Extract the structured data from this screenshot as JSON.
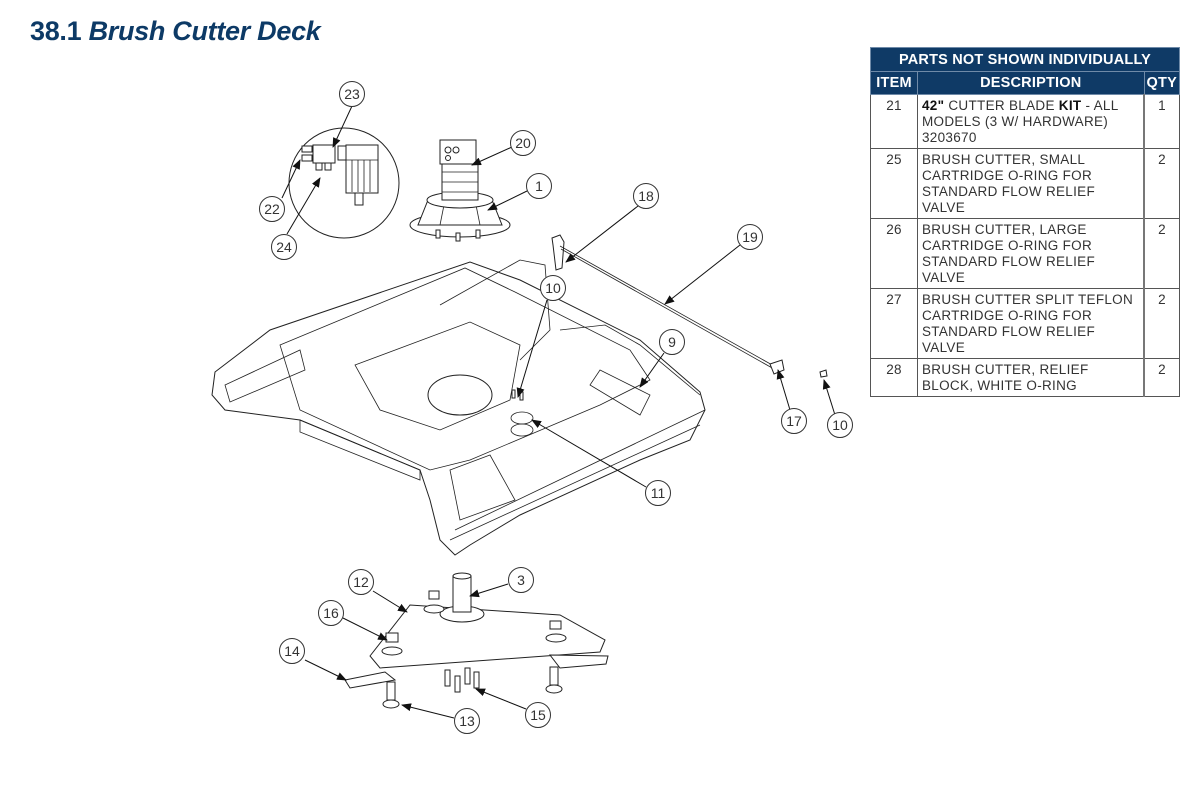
{
  "page": {
    "title_number": "38.1",
    "title_name": "Brush Cutter Deck"
  },
  "parts_table": {
    "caption": "PARTS NOT SHOWN INDIVIDUALLY",
    "headers": {
      "item": "ITEM",
      "description": "DESCRIPTION",
      "qty": "QTY"
    },
    "rows": [
      {
        "item": "21",
        "description_bold_1": "42\"",
        "description_1": " CUTTER BLADE ",
        "description_bold_2": "KIT",
        "description_2": " - ALL MODELS (3 W/ HARDWARE) 3203670",
        "qty": "1"
      },
      {
        "item": "25",
        "description": "BRUSH CUTTER, SMALL CARTRIDGE O-RING FOR STANDARD FLOW RELIEF VALVE",
        "qty": "2"
      },
      {
        "item": "26",
        "description": "BRUSH CUTTER, LARGE CARTRIDGE O-RING FOR STANDARD FLOW RELIEF VALVE",
        "qty": "2"
      },
      {
        "item": "27",
        "description": "BRUSH CUTTER SPLIT TEFLON CARTRIDGE O-RING FOR STANDARD FLOW RELIEF VALVE",
        "qty": "2"
      },
      {
        "item": "28",
        "description": "BRUSH CUTTER, RELIEF BLOCK, WHITE O-RING",
        "qty": "2"
      }
    ]
  },
  "callouts": {
    "c23": "23",
    "c22": "22",
    "c24": "24",
    "c20": "20",
    "c1": "1",
    "c18": "18",
    "c19": "19",
    "c10a": "10",
    "c9": "9",
    "c11": "11",
    "c17": "17",
    "c10b": "10",
    "c12": "12",
    "c3": "3",
    "c16": "16",
    "c14": "14",
    "c13": "13",
    "c15": "15"
  },
  "colors": {
    "title": "#0d3a66",
    "table_header": "#0f3a66"
  }
}
